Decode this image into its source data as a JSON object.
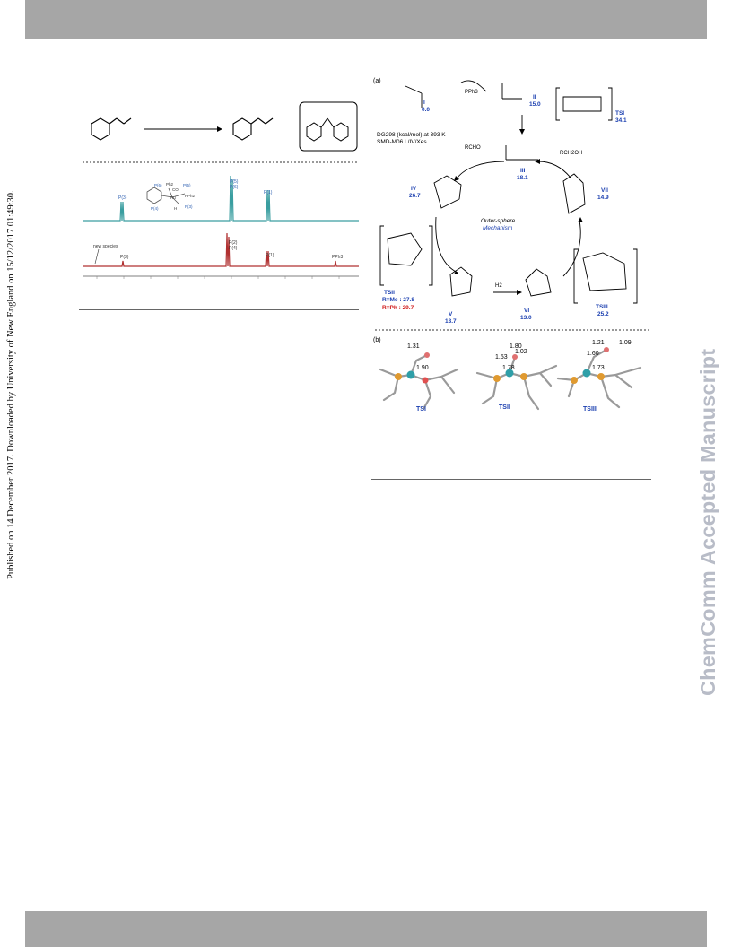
{
  "publication_note": "Published on 14 December 2017. Downloaded by University of New England on 15/12/2017 01:49:30.",
  "watermark": "ChemComm Accepted Manuscript",
  "left_figure": {
    "nmr_labels": {
      "p1_top": "P(1)",
      "p3_top": "P(3)",
      "p5": "P(5)",
      "p6": "P(6)",
      "p2": "P(2)",
      "p4": "P(4)",
      "p1_bottom": "P(1)",
      "p3_bottom": "P(3)",
      "new_species": "new species",
      "pph3": "PPh3"
    },
    "complex_labels": {
      "p6": "P(6)",
      "ph2": "Ph2",
      "co": "CO",
      "ru": "Ru",
      "p4": "P(4)",
      "p5": "P(5)",
      "pph2": "PPh2",
      "p3": "P(3)",
      "h": "H"
    }
  },
  "mechanism": {
    "panel_label": "(a)",
    "conditions_line1": "DG298 (kcal/mol) at 393 K",
    "conditions_line2": "SMD-M06 L/IV/Xes",
    "center_line1": "Outer-sphere",
    "center_line2": "Mechanism",
    "reagent_rcho": "RCHO",
    "reagent_rch2oh": "RCH2OH",
    "reagent_h2": "H2",
    "reagent_pph3": "PPh3",
    "species": [
      {
        "id": "I",
        "energy": "0.0"
      },
      {
        "id": "II",
        "energy": "15.0"
      },
      {
        "id": "TSI",
        "energy": "34.1"
      },
      {
        "id": "III",
        "energy": "18.1"
      },
      {
        "id": "IV",
        "energy": "26.7"
      },
      {
        "id": "VII",
        "energy": "14.9"
      },
      {
        "id": "TSIII",
        "energy": "25.2"
      },
      {
        "id": "VI",
        "energy": "13.0"
      },
      {
        "id": "V",
        "energy": "13.7"
      }
    ],
    "tsii": {
      "id": "TSII",
      "me_label": "R=Me : 27.8",
      "ph_label": "R=Ph : 29.7"
    }
  },
  "structures": {
    "panel_label": "(b)",
    "labels": [
      "TSI",
      "TSII",
      "TSIII"
    ],
    "tsi_distances": [
      "1.31",
      "1.90"
    ],
    "tsii_distances": [
      "1.80",
      "1.53",
      "1.02",
      "1.78"
    ],
    "tsiii_distances": [
      "1.21",
      "1.09",
      "1.60",
      "1.73"
    ]
  }
}
